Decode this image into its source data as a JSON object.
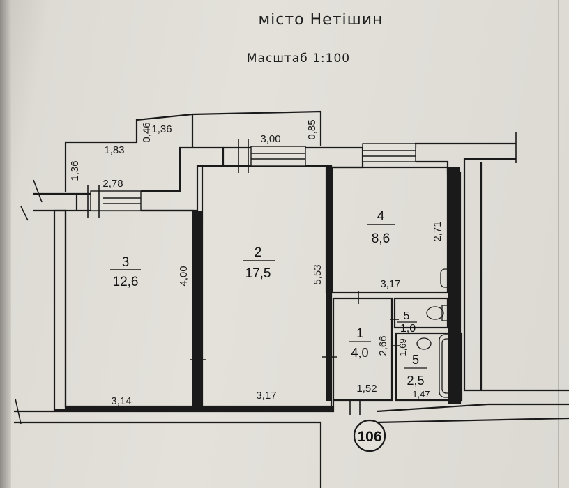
{
  "header": {
    "city": "місто Нетішин",
    "scale": "Масштаб 1:100"
  },
  "rooms": [
    {
      "number": "3",
      "area": "12,6"
    },
    {
      "number": "2",
      "area": "17,5"
    },
    {
      "number": "4",
      "area": "8,6"
    },
    {
      "number": "5",
      "area": "1,0"
    },
    {
      "number": "1",
      "area": "4,0"
    },
    {
      "number": "5",
      "area": "2,5"
    }
  ],
  "dimensions": {
    "balcony_top_width": "1,36",
    "balcony_step": "0,46",
    "balcony_width": "1,83",
    "balcony_depth": "1,36",
    "window_room3": "2,78",
    "window_room2": "3,00",
    "wall_top_room2": "0,85",
    "room3_height": "4,00",
    "room3_width": "3,14",
    "room2_height": "5,53",
    "room2_width": "3,17",
    "room4_height": "2,71",
    "room4_width": "3,17",
    "hall_height": "2,66",
    "hall_width": "1,52",
    "bath_height": "1,69",
    "bath_width": "1,47"
  },
  "marker": "106"
}
